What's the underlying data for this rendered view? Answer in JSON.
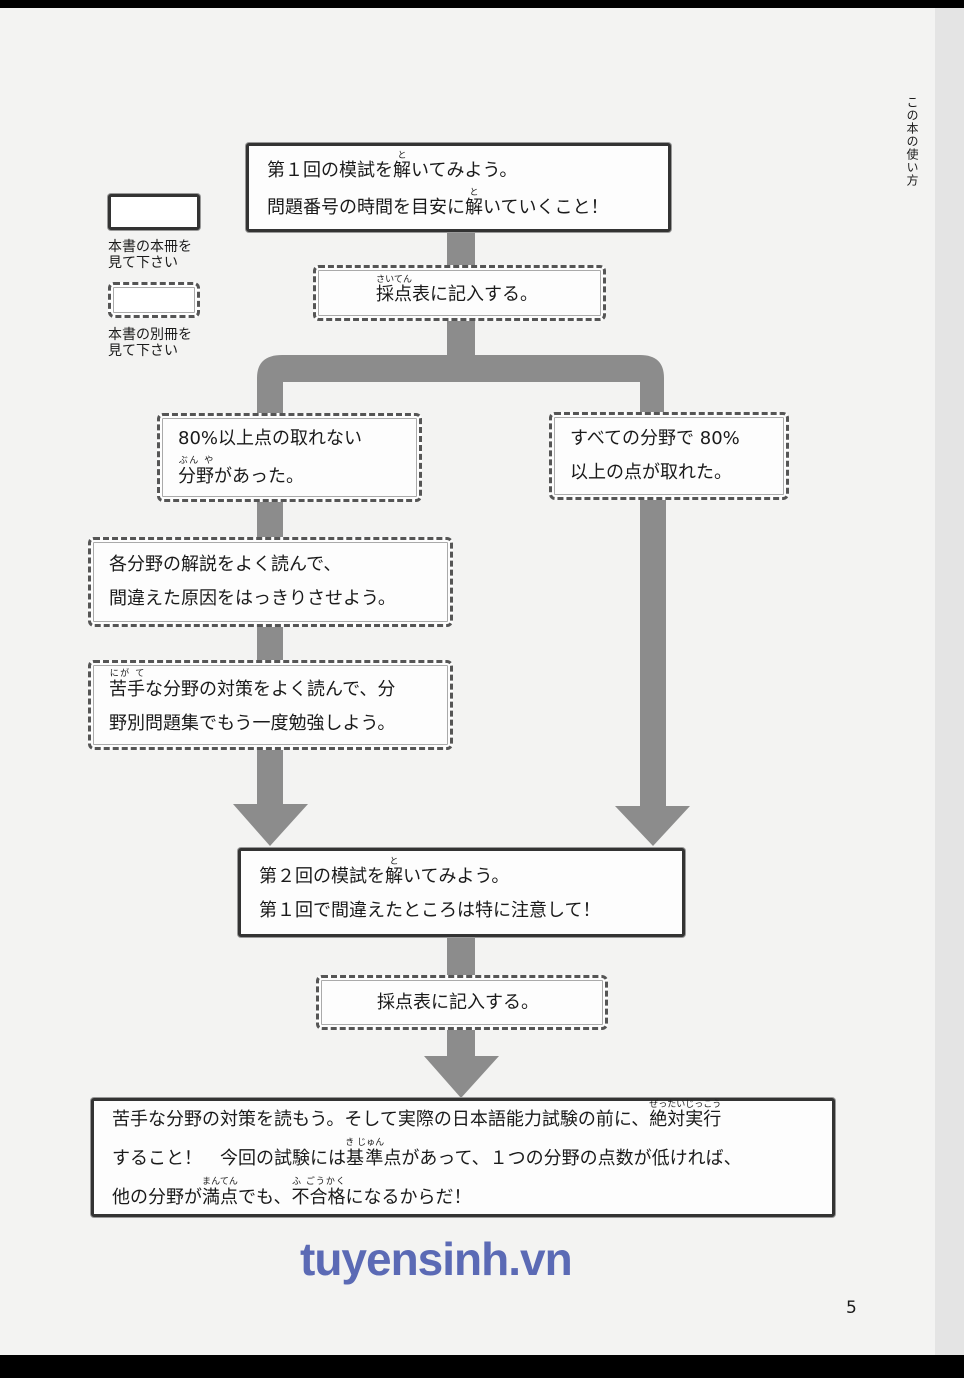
{
  "side_title": "この本の使い方",
  "page_number": "5",
  "watermark": "tuyensinh.vn",
  "legend": [
    {
      "style": "solid",
      "label": [
        "本書の本冊を",
        "見て下さい"
      ]
    },
    {
      "style": "dashed",
      "label": [
        "本書の別冊を",
        "見て下さい"
      ]
    }
  ],
  "boxes": [
    {
      "id": "first-mock",
      "lines": [
        [
          {
            "t": "第１回の模試を"
          },
          {
            "t": "解",
            "r": "と"
          },
          {
            "t": "いてみよう。"
          }
        ],
        [
          {
            "t": "問題番号の時間を目安に"
          },
          {
            "t": "解",
            "r": "と"
          },
          {
            "t": "いていくこと！"
          }
        ]
      ]
    },
    {
      "id": "record-score-1",
      "lines": [
        [
          {
            "t": "採点",
            "r": "さいてん"
          },
          {
            "t": "表に記入する。"
          }
        ]
      ]
    },
    {
      "id": "below-80",
      "lines": [
        [
          {
            "t": "80%以上点の取れない"
          }
        ],
        [
          {
            "t": "分野",
            "r": "ぶん や"
          },
          {
            "t": "があった。"
          }
        ]
      ]
    },
    {
      "id": "all-80",
      "lines": [
        [
          {
            "t": "すべての分野で 80%"
          }
        ],
        [
          {
            "t": "以上の点が取れた。"
          }
        ]
      ]
    },
    {
      "id": "read-explanations",
      "lines": [
        [
          {
            "t": "各分野の解説をよく読んで、"
          }
        ],
        [
          {
            "t": "間違えた原因をはっきりさせよう。"
          }
        ]
      ]
    },
    {
      "id": "study-weak",
      "lines": [
        [
          {
            "t": "苦手",
            "r": "にが て"
          },
          {
            "t": "な分野の対策をよく読んで、分"
          }
        ],
        [
          {
            "t": "野別問題集でもう一度勉強しよう。"
          }
        ]
      ]
    },
    {
      "id": "second-mock",
      "lines": [
        [
          {
            "t": "第２回の模試を"
          },
          {
            "t": "解",
            "r": "と"
          },
          {
            "t": "いてみよう。"
          }
        ],
        [
          {
            "t": "第１回で間違えたところは特に注意して！"
          }
        ]
      ]
    },
    {
      "id": "record-score-2",
      "lines": [
        [
          {
            "t": "採点表に記入する。"
          }
        ]
      ]
    },
    {
      "id": "final-advice",
      "lines": [
        [
          {
            "t": "苦手な分野の対策を読もう。そして実際の日本語能力試験の前に、"
          },
          {
            "t": "絶対実行",
            "r": "ぜったいじっこう"
          }
        ],
        [
          {
            "t": "すること！　今回の試験には"
          },
          {
            "t": "基準",
            "r": "き じゅん"
          },
          {
            "t": "点があって、１つの分野の点数が低ければ、"
          }
        ],
        [
          {
            "t": "他の分野が"
          },
          {
            "t": "満点",
            "r": "まんてん"
          },
          {
            "t": "でも、"
          },
          {
            "t": "不合格",
            "r": "ふ ごうかく"
          },
          {
            "t": "になるからだ！"
          }
        ]
      ]
    }
  ],
  "colors": {
    "arrow": "#8c8c8c",
    "page": "#f3f3f2",
    "border": "#333333"
  }
}
